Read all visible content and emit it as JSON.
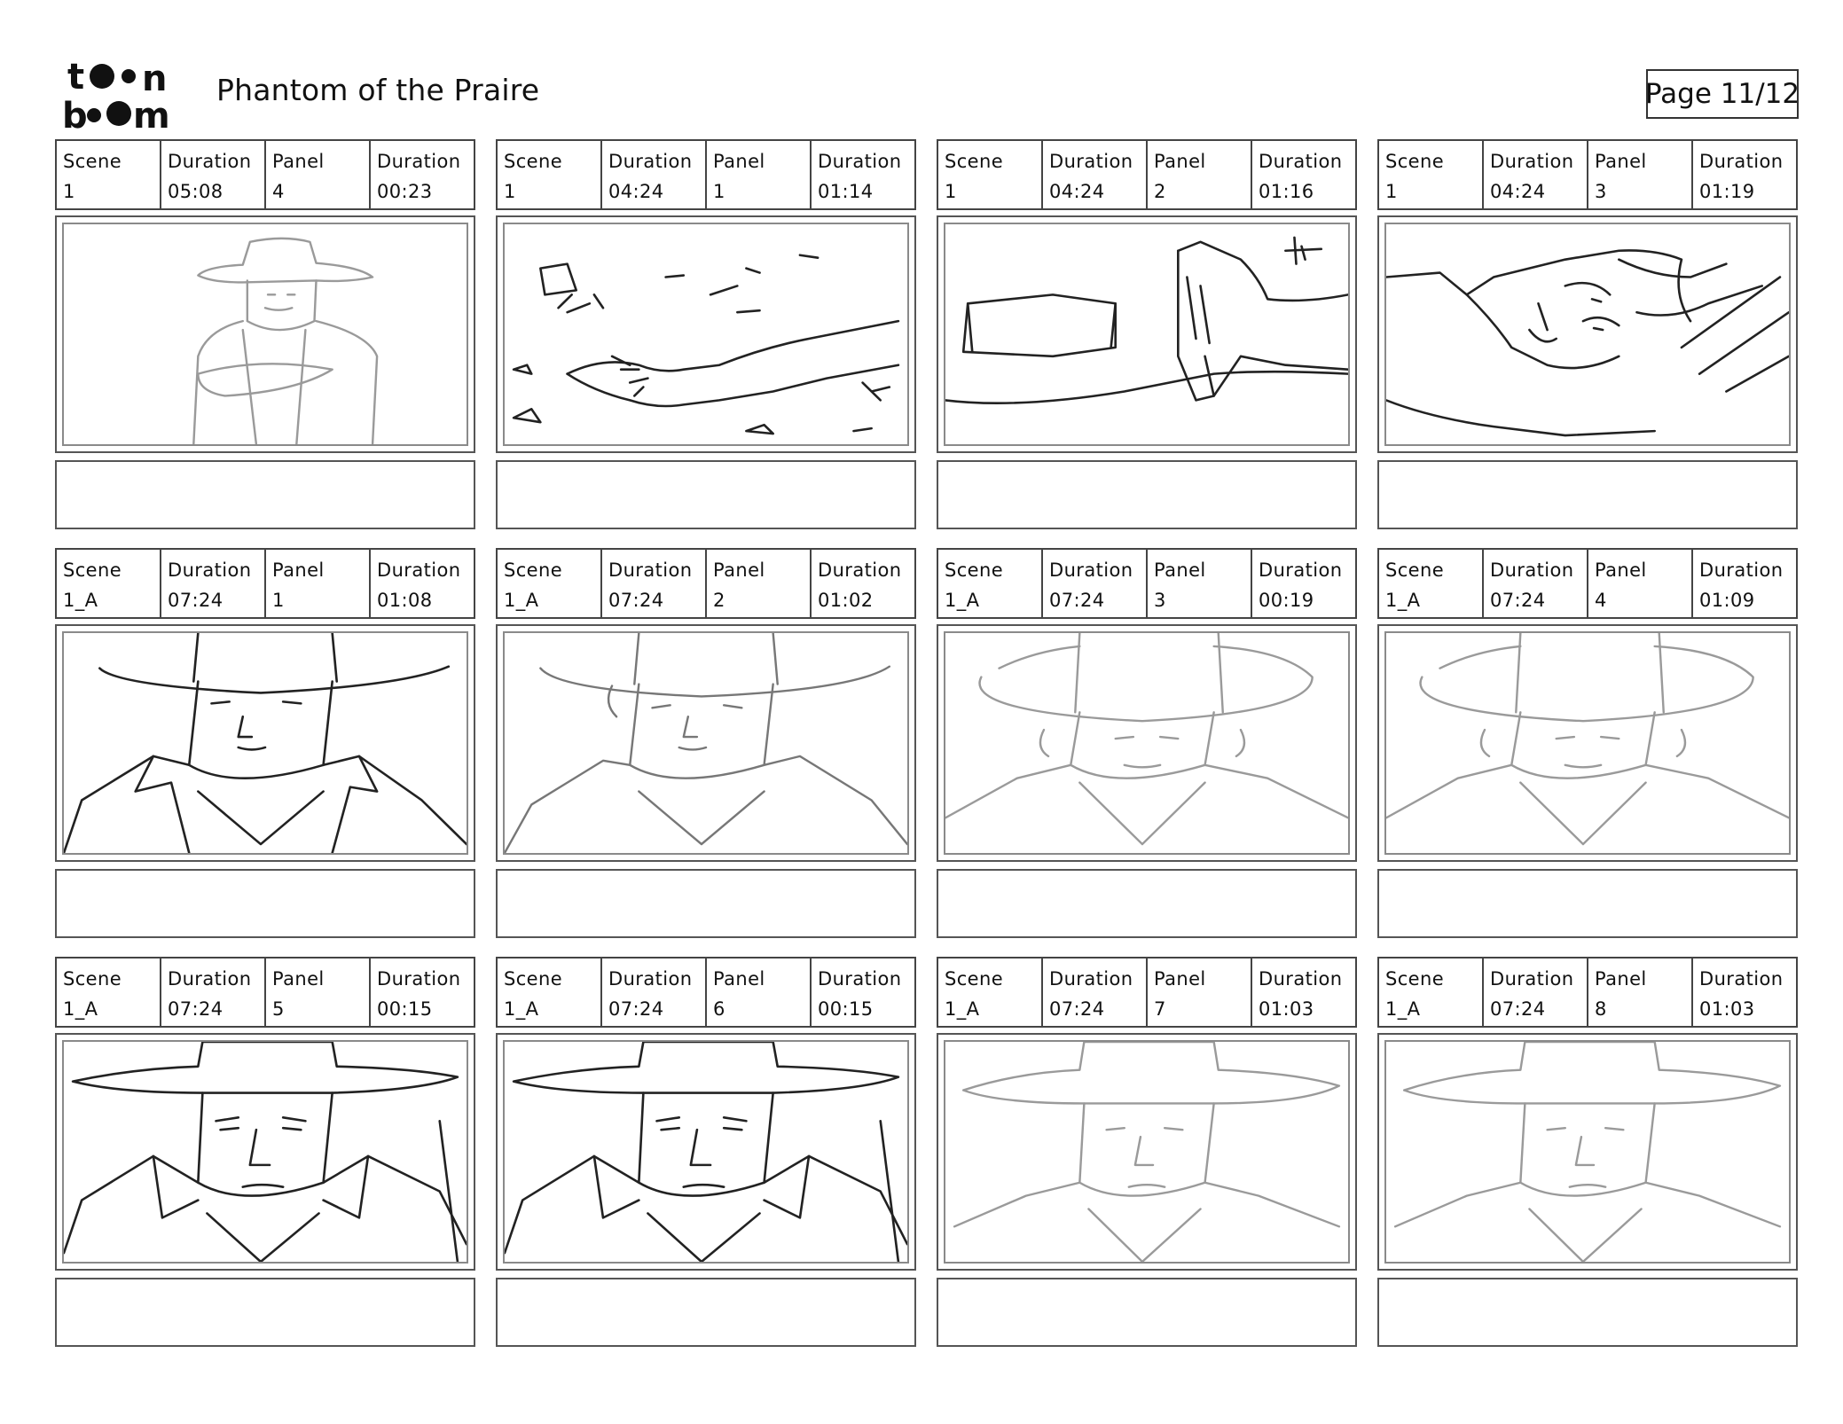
{
  "header": {
    "logo_text": "toonboom",
    "title": "Phantom of the Praire",
    "page_label": "Page 11/12"
  },
  "labels": {
    "scene": "Scene",
    "duration": "Duration",
    "panel": "Panel"
  },
  "panels": [
    {
      "scene": "1",
      "scene_duration": "05:08",
      "panel": "4",
      "panel_duration": "00:23",
      "sketch": "cowboy-arms-crossed"
    },
    {
      "scene": "1",
      "scene_duration": "04:24",
      "panel": "1",
      "panel_duration": "01:14",
      "sketch": "hand-on-ground"
    },
    {
      "scene": "1",
      "scene_duration": "04:24",
      "panel": "2",
      "panel_duration": "01:16",
      "sketch": "boot-and-rock"
    },
    {
      "scene": "1",
      "scene_duration": "04:24",
      "panel": "3",
      "panel_duration": "01:19",
      "sketch": "face-on-ground"
    },
    {
      "scene": "1_A",
      "scene_duration": "07:24",
      "panel": "1",
      "panel_duration": "01:08",
      "sketch": "cowboy-closeup-dark"
    },
    {
      "scene": "1_A",
      "scene_duration": "07:24",
      "panel": "2",
      "panel_duration": "01:02",
      "sketch": "cowboy-closeup-light"
    },
    {
      "scene": "1_A",
      "scene_duration": "07:24",
      "panel": "3",
      "panel_duration": "00:19",
      "sketch": "cowboy-hat-low-light"
    },
    {
      "scene": "1_A",
      "scene_duration": "07:24",
      "panel": "4",
      "panel_duration": "01:09",
      "sketch": "cowboy-hat-low-light"
    },
    {
      "scene": "1_A",
      "scene_duration": "07:24",
      "panel": "5",
      "panel_duration": "00:15",
      "sketch": "cowboy-closeup-inked"
    },
    {
      "scene": "1_A",
      "scene_duration": "07:24",
      "panel": "6",
      "panel_duration": "00:15",
      "sketch": "cowboy-closeup-inked"
    },
    {
      "scene": "1_A",
      "scene_duration": "07:24",
      "panel": "7",
      "panel_duration": "01:03",
      "sketch": "cowboy-closeup-faint"
    },
    {
      "scene": "1_A",
      "scene_duration": "07:24",
      "panel": "8",
      "panel_duration": "01:03",
      "sketch": "cowboy-closeup-faint"
    }
  ]
}
